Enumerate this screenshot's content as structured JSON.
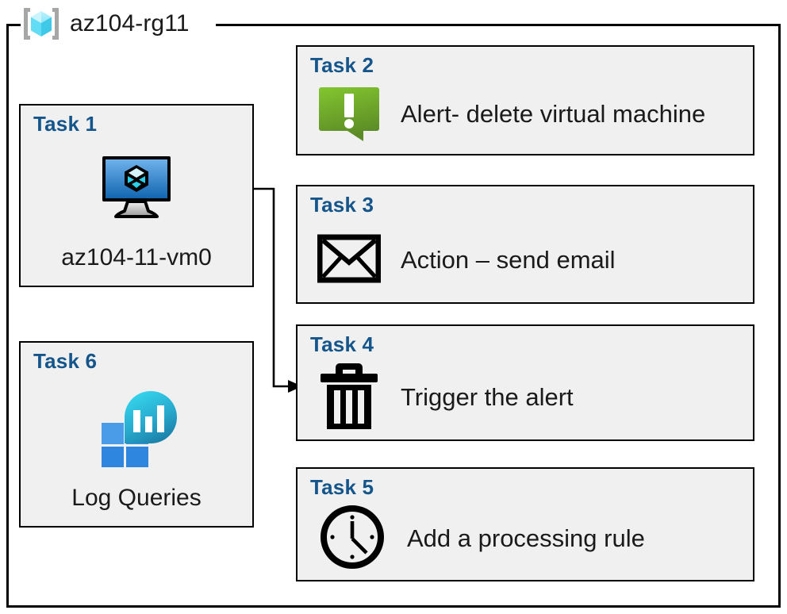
{
  "container": {
    "label": "az104-rg11",
    "icon": "azure-resource-group-icon",
    "border_color": "#000000"
  },
  "theme": {
    "card_fill": "#f0f0f0",
    "card_border": "#000000",
    "title_color": "#14558b",
    "text_color": "#1a1a1a",
    "alert_green_light": "#7ec42e",
    "alert_green_dark": "#5d8c27",
    "vm_blue_light": "#63a7e8",
    "vm_blue_dark": "#1367b0",
    "log_cyan": "#2ecfe9",
    "log_teal": "#1e7ea8",
    "log_square_light": "#4a9be8",
    "log_square_dark": "#2e86de",
    "rg_cube_light": "#b4eefb",
    "rg_cube_mid": "#63dcf5",
    "rg_cube_dark": "#3ec9e8",
    "rg_bracket": "#a6a6a6"
  },
  "cards": [
    {
      "id": "task-1",
      "title": "Task 1",
      "caption": "az104-11-vm0",
      "icon": "virtual-machine-icon",
      "layout": "vertical"
    },
    {
      "id": "task-2",
      "title": "Task 2",
      "caption": "Alert- delete virtual machine",
      "icon": "alert-bubble-icon",
      "layout": "horizontal"
    },
    {
      "id": "task-3",
      "title": "Task 3",
      "caption": "Action – send email",
      "icon": "envelope-icon",
      "layout": "horizontal"
    },
    {
      "id": "task-4",
      "title": "Task 4",
      "caption": "Trigger the alert",
      "icon": "trash-can-icon",
      "layout": "horizontal"
    },
    {
      "id": "task-5",
      "title": "Task 5",
      "caption": "Add a processing rule",
      "icon": "clock-icon",
      "layout": "horizontal"
    },
    {
      "id": "task-6",
      "title": "Task 6",
      "caption": "Log Queries",
      "icon": "log-analytics-icon",
      "layout": "vertical"
    }
  ],
  "connector": {
    "from": "task-1",
    "to": "task-4",
    "arrow": "right-arrowhead"
  }
}
